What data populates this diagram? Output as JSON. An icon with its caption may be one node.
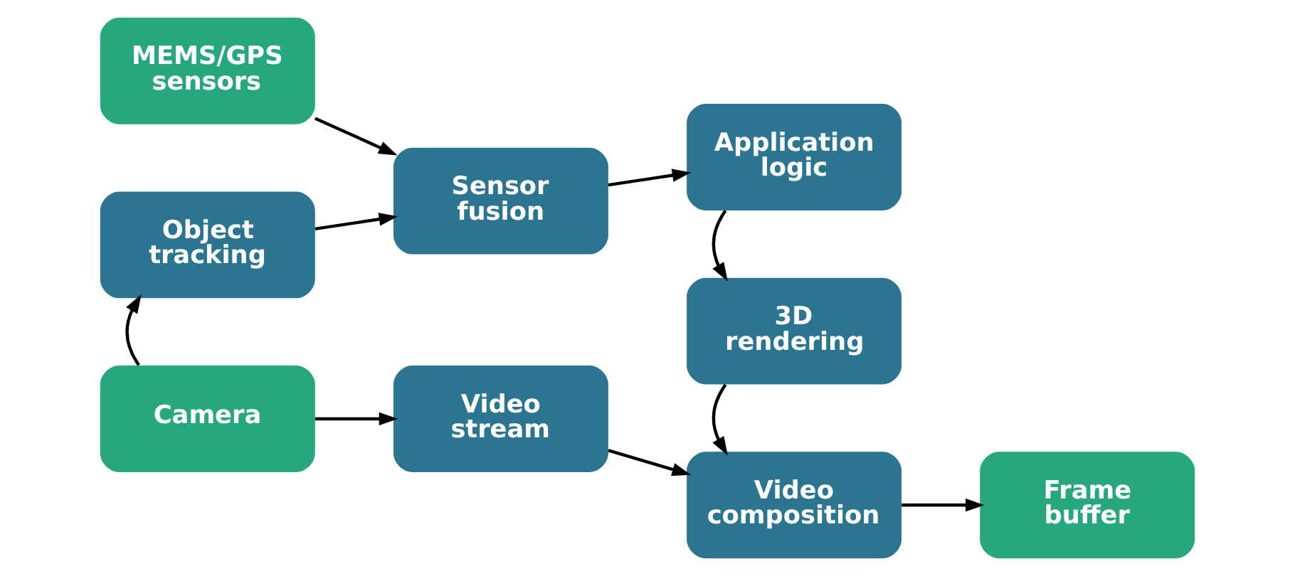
{
  "diagram": {
    "nodes": [
      {
        "text": [
          "MEMS/GPS sensors"
        ]
      },
      {
        "text": [
          "Sensor fusion"
        ]
      },
      {
        "text": [
          "Application logic"
        ]
      },
      {
        "text": [
          "Object tracking"
        ]
      },
      {
        "text": [
          "3D rendering"
        ]
      },
      {
        "text": [
          "Camera"
        ]
      },
      {
        "text": [
          "Video stream"
        ]
      },
      {
        "text": [
          "Video composition"
        ]
      },
      {
        "text": [
          "Frame buffer"
        ]
      }
    ],
    "edges": [
      {
        "from": 0,
        "to": 1,
        "arrow": "to"
      },
      {
        "from": 1,
        "to": 2,
        "arrow": "to"
      },
      {
        "from": 3,
        "to": 1,
        "arrow": "to"
      },
      {
        "from": 2,
        "to": 4,
        "arrow": "to"
      },
      {
        "from": 5,
        "to": 3,
        "arrow": "to"
      },
      {
        "from": 4,
        "to": 7,
        "arrow": "to"
      },
      {
        "from": 5,
        "to": 6,
        "arrow": "to"
      },
      {
        "from": 6,
        "to": 7,
        "arrow": "to"
      },
      {
        "from": 7,
        "to": 8,
        "arrow": "to"
      }
    ]
  }
}
